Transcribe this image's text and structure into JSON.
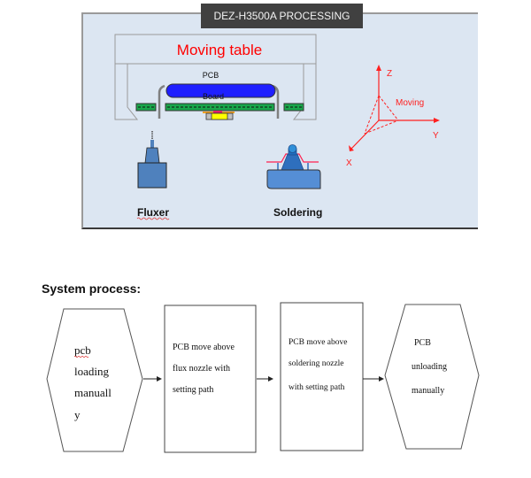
{
  "top_panel": {
    "title": "DEZ-H3500A PROCESSING",
    "moving_table_label": "Moving table",
    "pcb_label": "PCB",
    "board_label": "Board",
    "fluxer_label": "Fluxer",
    "soldering_label": "Soldering",
    "axes": {
      "z": "Z",
      "y": "Y",
      "x": "X",
      "moving": "Moving"
    },
    "colors": {
      "moving_table_text": "#ff0000",
      "axis_color": "#ff0000",
      "pcb_fill": "#1f1fff",
      "board_fill": "#1aa64b",
      "panel_bg": "#dce6f2",
      "title_bg": "#404040"
    }
  },
  "process": {
    "heading": "System process:",
    "steps": [
      {
        "shape": "hexagon",
        "lines": [
          "pcb",
          "loading",
          "manuall",
          "y"
        ]
      },
      {
        "shape": "rectangle",
        "lines": [
          "PCB move above",
          "flux nozzle with",
          "setting path"
        ]
      },
      {
        "shape": "rectangle",
        "lines": [
          "PCB move above",
          "soldering nozzle",
          "with setting path"
        ]
      },
      {
        "shape": "hexagon",
        "lines": [
          "PCB",
          "unloading",
          "manually"
        ]
      }
    ]
  }
}
